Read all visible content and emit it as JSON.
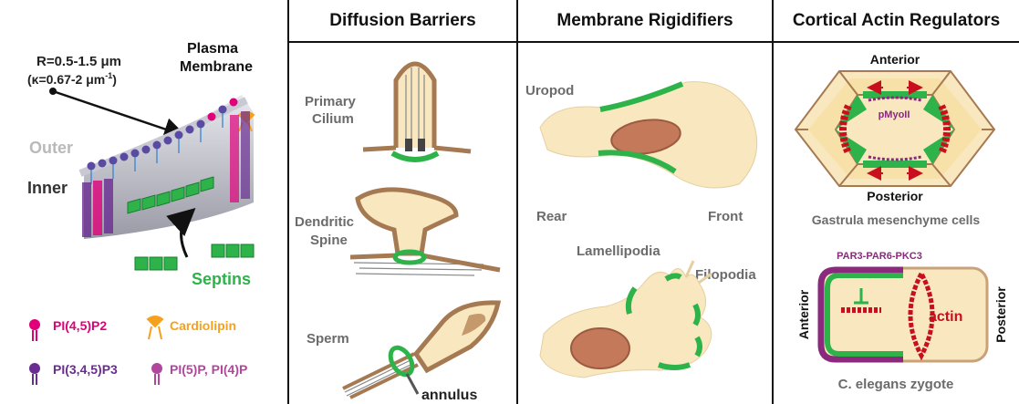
{
  "panel_membrane": {
    "radius": "R=0.5-1.5 μm",
    "curvature_prefix": "(κ=0.67-2 μm",
    "curvature_exp": "-1",
    "curvature_suffix": ")",
    "plasma_l1": "Plasma",
    "plasma_l2": "Membrane",
    "outer": "Outer",
    "inner": "Inner",
    "septins": "Septins",
    "legend": {
      "pip2": "PI(4,5)P2",
      "cardiolipin": "Cardiolipin",
      "pip3": "PI(3,4,5)P3",
      "pip": "PI(5)P, PI(4)P"
    }
  },
  "diffusion_barriers": {
    "header": "Diffusion Barriers",
    "cilium_l1": "Primary",
    "cilium_l2": "Cilium",
    "spine_l1": "Dendritic",
    "spine_l2": "Spine",
    "sperm": "Sperm",
    "annulus": "annulus"
  },
  "membrane_rigidifiers": {
    "header": "Membrane Rigidifiers",
    "uropod": "Uropod",
    "rear": "Rear",
    "front": "Front",
    "lamellipodia": "Lamellipodia",
    "filopodia": "Filopodia"
  },
  "cortical_actin": {
    "header": "Cortical Actin Regulators",
    "anterior": "Anterior",
    "posterior": "Posterior",
    "pmyoii": "pMyoII",
    "gastrula": "Gastrula mesenchyme cells",
    "par": "PAR3-PAR6-PKC3",
    "zyg_anterior": "Anterior",
    "zyg_posterior": "Posterior",
    "actin": "actin",
    "zygote": "C. elegans zygote"
  },
  "colors": {
    "septin_green": "#2db34a",
    "pip2_magenta": "#e0007a",
    "cardiolipin_orange": "#f7a01c",
    "pip3_purple": "#6a2c91",
    "pip_violet": "#b0479c",
    "cell_beige": "#f8e7bf",
    "actin_red": "#c80f1e",
    "par_purple": "#8b2a7d"
  }
}
